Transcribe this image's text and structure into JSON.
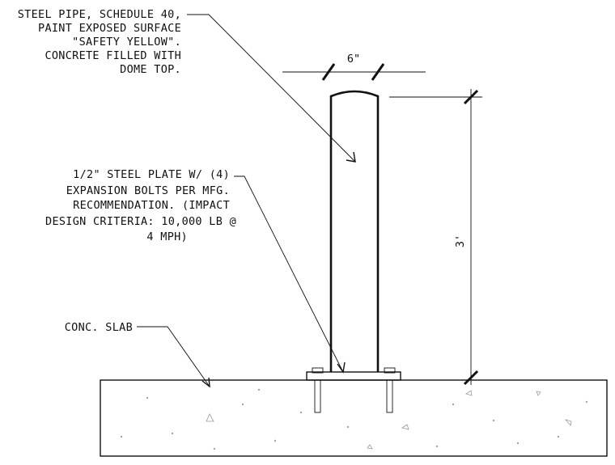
{
  "notes": {
    "pipe": [
      "STEEL PIPE, SCHEDULE 40,",
      "PAINT EXPOSED SURFACE",
      "\"SAFETY YELLOW\".",
      "CONCRETE FILLED WITH",
      "DOME TOP."
    ],
    "plate": [
      "1/2\" STEEL PLATE W/ (4)",
      "EXPANSION BOLTS PER MFG.",
      "RECOMMENDATION. (IMPACT",
      "DESIGN CRITERIA: 10,000 LB @",
      "4 MPH)"
    ],
    "slab": "CONC. SLAB"
  },
  "dimensions": {
    "width": "6\"",
    "height": "3'"
  }
}
